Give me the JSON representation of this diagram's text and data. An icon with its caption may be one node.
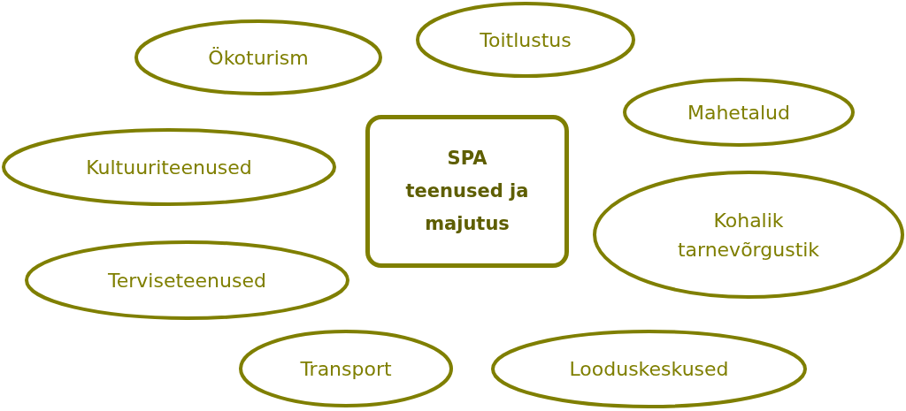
{
  "diagram": {
    "nodes": [
      {
        "text": [
          "Ökoturism"
        ]
      },
      {
        "text": [
          "Toitlustus"
        ]
      },
      {
        "text": [
          "Mahetalud"
        ]
      },
      {
        "text": [
          "Kultuuriteenused"
        ]
      },
      {
        "text": [
          "SPA teenused ja majutus"
        ]
      },
      {
        "text": [
          "Kohalik tarnevõrgustik"
        ]
      },
      {
        "text": [
          "Terviseteenused"
        ]
      },
      {
        "text": [
          "Transport"
        ]
      },
      {
        "text": [
          "Looduskeskused"
        ]
      }
    ]
  }
}
